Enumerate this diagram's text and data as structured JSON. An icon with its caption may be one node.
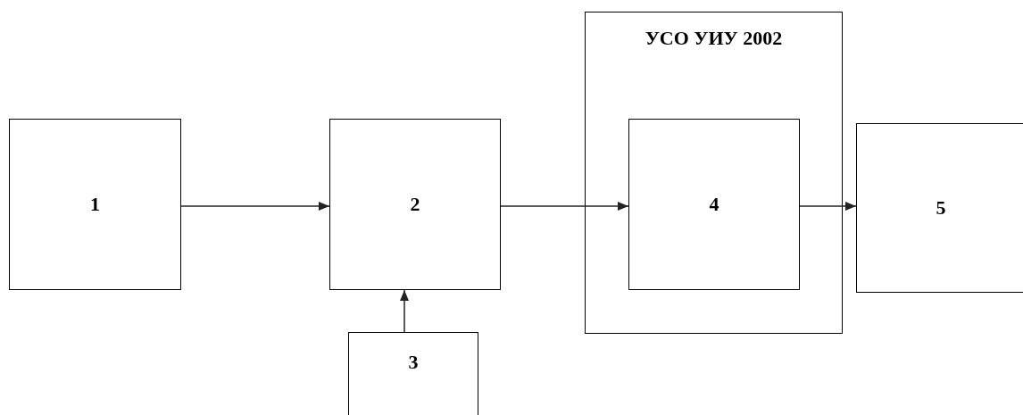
{
  "diagram": {
    "nodes": [
      {
        "text": [
          "1"
        ]
      },
      {
        "text": [
          "2"
        ]
      },
      {
        "text": [
          "3"
        ]
      },
      {
        "text": [
          "УСО УИУ 2002"
        ]
      },
      {
        "text": [
          "4"
        ],
        "in": 3
      },
      {
        "text": [
          "5"
        ]
      }
    ],
    "edges": [
      {
        "from": 0,
        "to": 1,
        "arrow": "to"
      },
      {
        "from": 2,
        "to": 1,
        "arrow": "to"
      },
      {
        "from": 1,
        "to": 4,
        "arrow": "to"
      },
      {
        "from": 4,
        "to": 5,
        "arrow": "to"
      }
    ]
  }
}
